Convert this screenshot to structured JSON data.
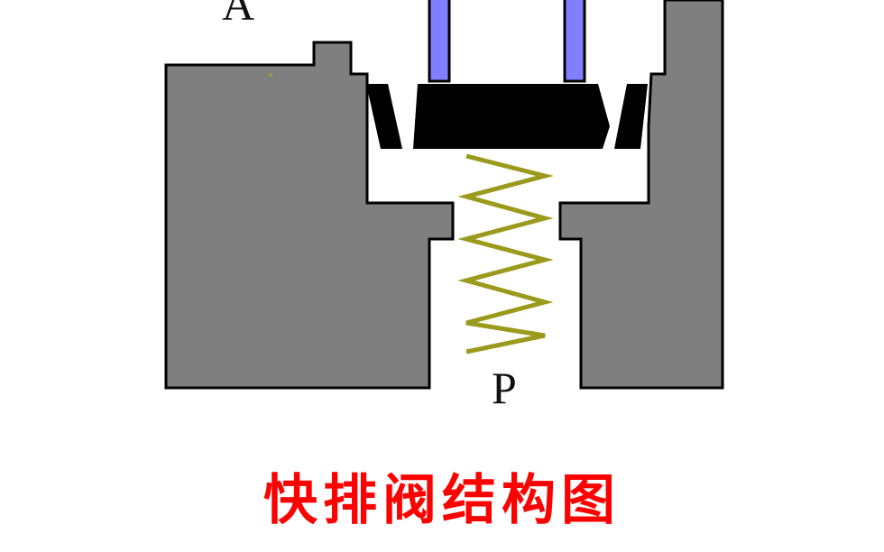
{
  "diagram": {
    "port_labels": {
      "a": "A",
      "p": "P"
    },
    "caption": "快排阀结构图",
    "colors": {
      "body": "#7f7f7f",
      "outline": "#000000",
      "seal": "#000000",
      "stem": "#7f7fff",
      "spring": "#9a9a1c",
      "caption": "#ff0000",
      "background": "#ffffff"
    }
  }
}
